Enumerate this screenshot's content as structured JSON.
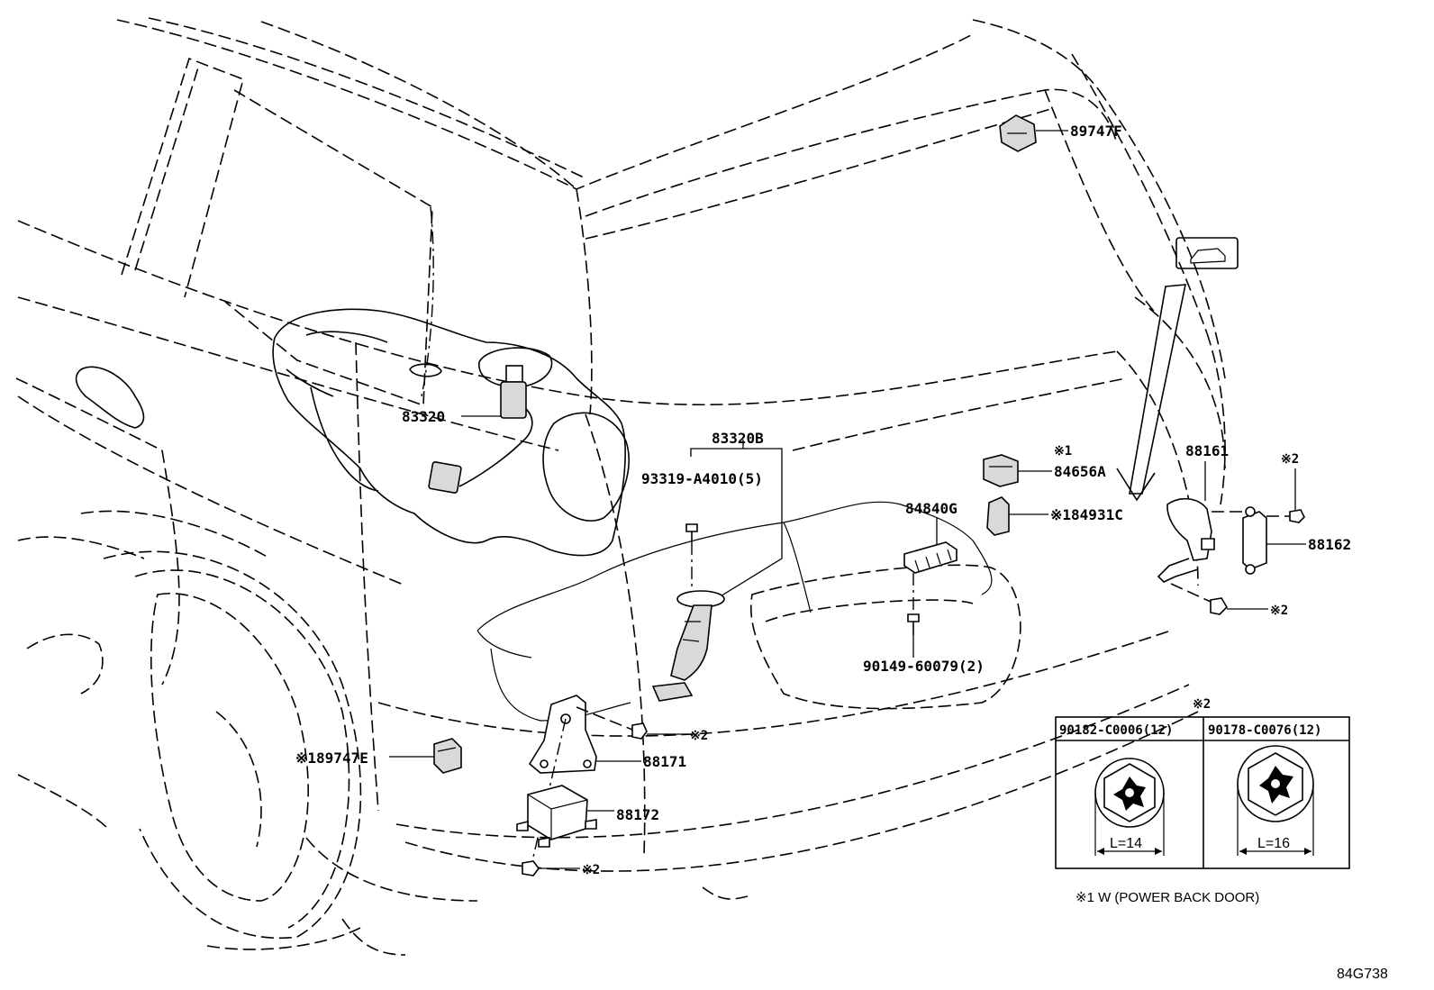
{
  "diagram": {
    "reference_code": "84G738",
    "labels": {
      "p_89747f": "89747F",
      "p_83320": "83320",
      "p_83320b": "83320B",
      "p_93319": "93319-A4010(5)",
      "p_84656a_mark": "※1",
      "p_84656a": "84656A",
      "p_84840g": "84840G",
      "p_84931c": "※184931C",
      "p_88161": "88161",
      "p_88162": "88162",
      "p_mark_2a": "※2",
      "p_mark_2b": "※2",
      "p_mark_2c": "※2",
      "p_mark_2d": "※2",
      "p_90149": "90149-60079(2)",
      "p_89747e": "※189747E",
      "p_88171": "88171",
      "p_88172": "88172"
    },
    "inset": {
      "mark": "※2",
      "col1_part": "90182-C0006(12)",
      "col2_part": "90178-C0076(12)",
      "col1_length": "L=14",
      "col2_length": "L=16"
    },
    "footnote": "※1  W (POWER BACK DOOR)"
  }
}
